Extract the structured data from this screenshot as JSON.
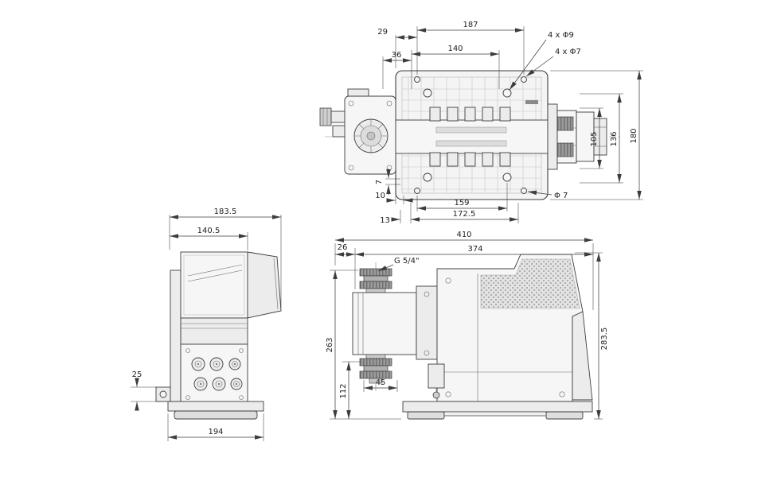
{
  "colors": {
    "background": "#ffffff",
    "line": "#3d3d3d",
    "fill_light": "#f4f4f4",
    "fill_dark": "#7d7d7d"
  },
  "top_view": {
    "dim_29": "29",
    "dim_187": "187",
    "dim_36": "36",
    "dim_140": "140",
    "callout_phi9": "4 x Φ9",
    "callout_phi7": "4 x Φ7",
    "dim_105": "105",
    "dim_136": "136",
    "dim_180": "180",
    "dim_7": "7",
    "dim_10": "10",
    "dim_159": "159",
    "dim_172_5": "172.5",
    "dim_13": "13",
    "callout_phi7_bottom": "Φ 7"
  },
  "front_view": {
    "dim_183_5": "183.5",
    "dim_140_5": "140.5",
    "dim_25": "25",
    "dim_194": "194"
  },
  "side_view": {
    "dim_410": "410",
    "dim_26": "26",
    "dim_374": "374",
    "callout_thread": "G 5/4\"",
    "dim_263": "263",
    "dim_112": "112",
    "dim_45": "45",
    "dim_283_5": "283.5"
  }
}
